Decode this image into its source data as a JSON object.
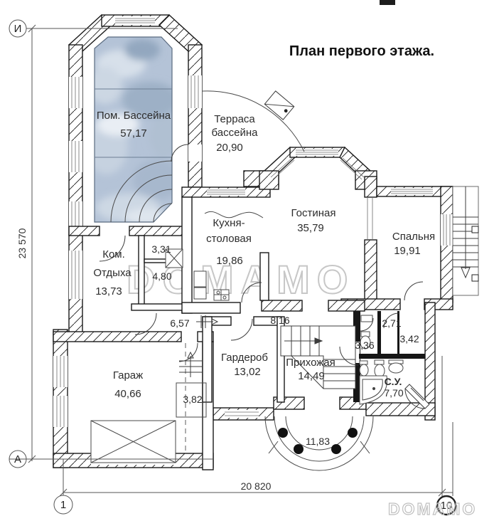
{
  "title": "План первого этажа.",
  "watermark": {
    "center": "DOMAMO",
    "corner": "DOMAMO"
  },
  "axes": {
    "row_top": "И",
    "row_bottom": "А",
    "col_left": "1",
    "col_right": "10"
  },
  "dimensions": {
    "height_total": "23 570",
    "width_total": "20 820"
  },
  "rooms": {
    "pool": {
      "name": "Пом. Бассейна",
      "area": "57,17"
    },
    "terrace": {
      "name_line1": "Терраса",
      "name_line2": "бассейна",
      "area": "20,90"
    },
    "kitchen": {
      "name_line1": "Кухня-",
      "name_line2": "столовая",
      "area": "19,86"
    },
    "living": {
      "name": "Гостиная",
      "area": "35,79"
    },
    "bedroom": {
      "name": "Спальня",
      "area": "19,91"
    },
    "lounge": {
      "name_line1": "Ком.",
      "name_line2": "Отдыха",
      "area": "13,73"
    },
    "wardrobe": {
      "name": "Гардероб",
      "area": "13,02"
    },
    "hallway": {
      "name": "Прихожая",
      "area": "14,49"
    },
    "garage": {
      "name": "Гараж",
      "area": "40,66"
    },
    "bathroom": {
      "name": "С.У.",
      "area": "7,70"
    },
    "porch": {
      "area": "11,83"
    }
  },
  "small_areas": {
    "s331": "3,31",
    "s480": "4,80",
    "s657": "6,57",
    "s816": "8,16",
    "s382": "3,82",
    "s336": "3,36",
    "s271": "2,71",
    "s342": "3,42"
  },
  "colors": {
    "wall": "#1a1a1a",
    "pool_base": "#b4c3d7",
    "watermark": "#c7c7c7"
  }
}
